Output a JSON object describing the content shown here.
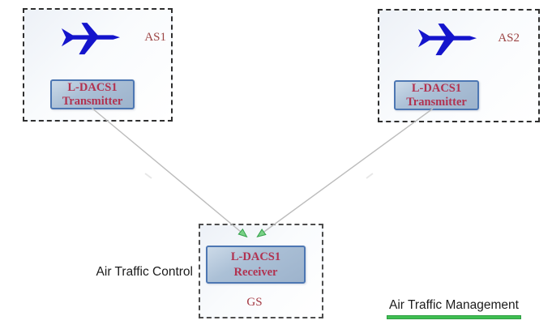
{
  "diagram": {
    "nodes": {
      "as1": {
        "label": "AS1",
        "icon": "airplane-icon",
        "device": {
          "line1": "L-DACS1",
          "line2": "Transmitter"
        }
      },
      "as2": {
        "label": "AS2",
        "icon": "airplane-icon",
        "device": {
          "line1": "L-DACS1",
          "line2": "Transmitter"
        }
      },
      "gs": {
        "label": "GS",
        "device": {
          "line1": "L-DACS1",
          "line2": "Receiver"
        }
      }
    },
    "links": [
      {
        "from": "AS1 L-DACS1 Transmitter",
        "to": "GS L-DACS1 Receiver",
        "arrow": "green-arrowhead"
      },
      {
        "from": "AS2 L-DACS1 Transmitter",
        "to": "GS L-DACS1 Receiver",
        "arrow": "green-arrowhead"
      }
    ],
    "captions": {
      "air_traffic_control": "Air Traffic Control",
      "air_traffic_management": "Air Traffic Management"
    },
    "colors": {
      "airplane_blue": "#1414cc",
      "device_fill": "#abc0d6",
      "device_border": "#4d77b3",
      "device_text_red": "#b13250",
      "station_label_red": "#9c4444",
      "connection_line_gray": "#bcbcbc",
      "arrowhead_green": "#79d186",
      "underline_green": "#3fbf51",
      "dashed_border": "#2f2f2f"
    }
  }
}
